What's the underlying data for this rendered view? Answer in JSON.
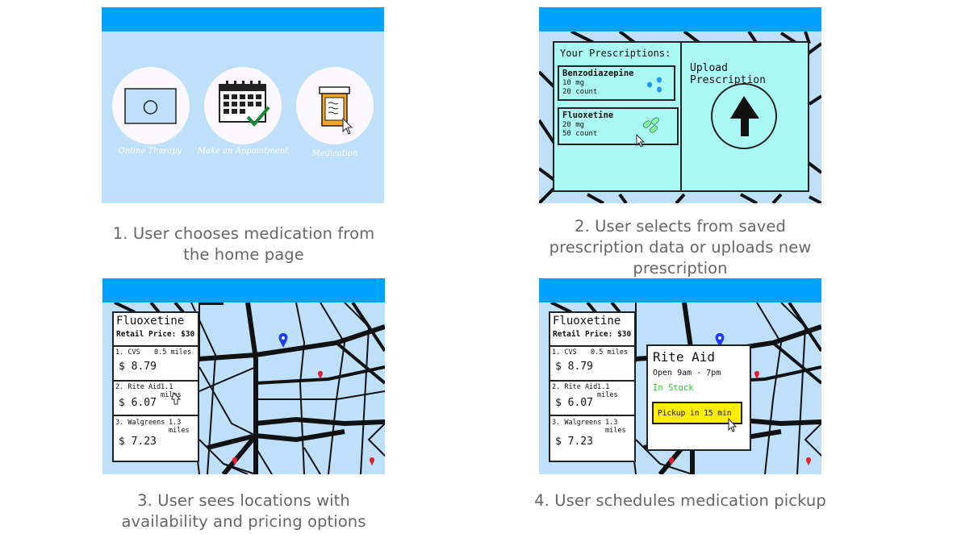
{
  "steps": [
    {
      "caption": "1. User chooses medication from the home page"
    },
    {
      "caption": "2. User selects from saved prescription data or uploads new prescription"
    },
    {
      "caption": "3. User sees locations with availability and pricing options"
    },
    {
      "caption": "4. User schedules medication pickup"
    }
  ],
  "home": {
    "buttons": [
      {
        "label": "Online Therapy",
        "icon": "tablet-icon"
      },
      {
        "label": "Make an Appointment",
        "icon": "calendar-check-icon"
      },
      {
        "label": "Medication",
        "icon": "pill-bottle-icon"
      }
    ]
  },
  "prescriptions": {
    "title": "Your Prescriptions:",
    "items": [
      {
        "name": "Benzodiazepine",
        "dose": "10 mg",
        "count": "20 count"
      },
      {
        "name": "Fluoxetine",
        "dose": "20 mg",
        "count": "50 count"
      }
    ],
    "upload_label": "Upload Prescription"
  },
  "locations": {
    "drug": "Fluoxetine",
    "retail": "Retail Price: $30",
    "stores": [
      {
        "name": "1. CVS",
        "distance": "0.5 miles",
        "price": "$ 8.79"
      },
      {
        "name": "2. Rite Aid",
        "distance": "1.1 miles",
        "price": "$ 6.07"
      },
      {
        "name": "3. Walgreens",
        "distance": "1.3 miles",
        "price": "$ 7.23"
      }
    ]
  },
  "pickup": {
    "store": "Rite Aid",
    "hours": "Open 9am - 7pm",
    "stock": "In Stock",
    "button": "Pickup in 15 min"
  },
  "colors": {
    "accent": "#00a2ff",
    "panel": "#bfe0fb",
    "card": "#aaf9f4",
    "stock": "#22cc22",
    "button": "#ffee00",
    "pin_blue": "#1a3cff",
    "pin_red": "#e0202a"
  }
}
